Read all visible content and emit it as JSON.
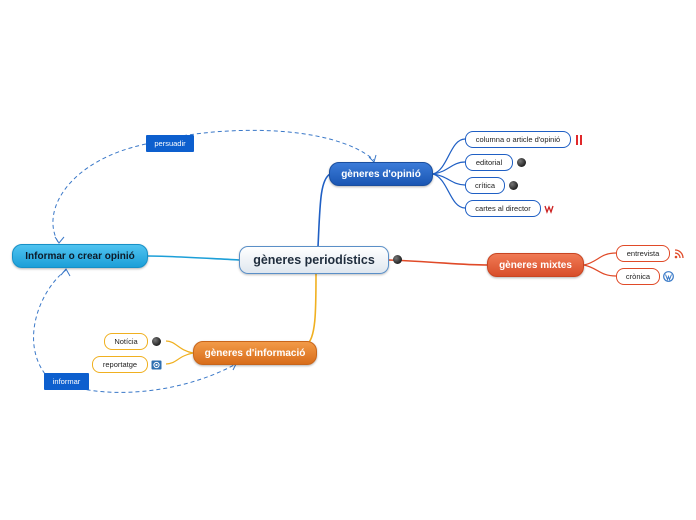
{
  "central": {
    "label": "gèneres periodístics"
  },
  "opinio": {
    "label": "gèneres d'opinió",
    "children": [
      {
        "label": "columna o article d'opinió",
        "icon": "pause-icon"
      },
      {
        "label": "editorial",
        "icon": "globe-icon"
      },
      {
        "label": "crítica",
        "icon": "globe-icon"
      },
      {
        "label": "cartes al director",
        "icon": "wiki-icon"
      }
    ]
  },
  "mixtes": {
    "label": "gèneres mixtes",
    "children": [
      {
        "label": "entrevista",
        "icon": "rss-icon"
      },
      {
        "label": "crònica",
        "icon": "wordpress-icon"
      }
    ]
  },
  "informacio": {
    "label": "gèneres d'informació",
    "children": [
      {
        "label": "Notícia",
        "icon": "globe-icon"
      },
      {
        "label": "reportatge",
        "icon": "screen-icon"
      }
    ]
  },
  "informar_crear": {
    "label": "Informar o crear opinió"
  },
  "relations": {
    "persuadir": "persuadir",
    "informar": "informar"
  },
  "colors": {
    "opinio": "#1f5fc4",
    "mixtes": "#e04a28",
    "informacio": "#f0b020",
    "informar_crear": "#1c9fd8",
    "relation": "#3a78c8"
  }
}
